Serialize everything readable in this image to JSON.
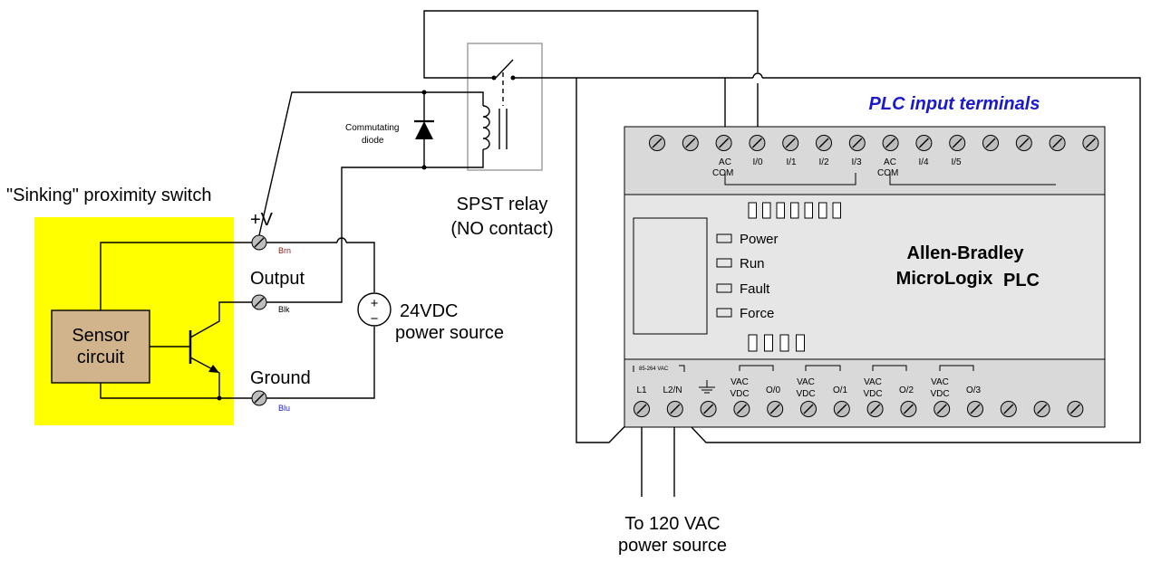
{
  "switch": {
    "title": "\"Sinking\" proximity switch",
    "sensor_line1": "Sensor",
    "sensor_line2": "circuit",
    "t_plus": "+V",
    "t_output": "Output",
    "t_ground": "Ground",
    "wire_brn": "Brn",
    "wire_blk": "Blk",
    "wire_blu": "Blu",
    "panel_color": "#ffff00",
    "sensor_color": "#d2b48c"
  },
  "dc_source": {
    "line1": "24VDC",
    "line2": "power source",
    "plus": "+",
    "minus": "−"
  },
  "relay": {
    "line1": "SPST relay",
    "line2": "(NO contact)",
    "diode_line1": "Commutating",
    "diode_line2": "diode"
  },
  "plc": {
    "heading": "PLC input terminals",
    "heading_color": "#1a1acc",
    "brand_line1": "Allen-Bradley",
    "brand_line2": "MicroLogix",
    "brand_suffix": "PLC",
    "input_labels": [
      {
        "line1": "AC",
        "line2": "COM"
      },
      {
        "line1": "I/0",
        "line2": ""
      },
      {
        "line1": "I/1",
        "line2": ""
      },
      {
        "line1": "I/2",
        "line2": ""
      },
      {
        "line1": "I/3",
        "line2": ""
      },
      {
        "line1": "AC",
        "line2": "COM"
      },
      {
        "line1": "I/4",
        "line2": ""
      },
      {
        "line1": "I/5",
        "line2": ""
      }
    ],
    "status": [
      "Power",
      "Run",
      "Fault",
      "Force"
    ],
    "supply_range": "85-264 VAC",
    "output_labels": [
      "L1",
      "L2/N",
      "VAC",
      "VDC",
      "O/0",
      "VAC",
      "VDC",
      "O/1",
      "VAC",
      "VDC",
      "O/2",
      "VAC",
      "VDC",
      "O/3"
    ]
  },
  "ac_source": {
    "line1": "To 120 VAC",
    "line2": "power source"
  }
}
